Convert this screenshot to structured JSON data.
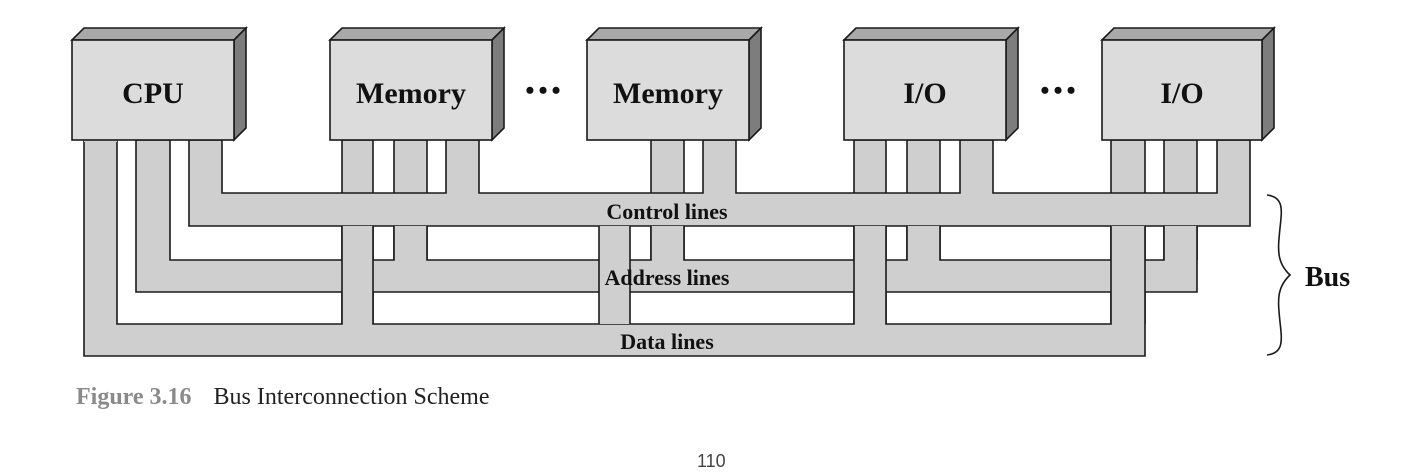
{
  "diagram": {
    "modules": [
      {
        "label": "CPU"
      },
      {
        "label": "Memory"
      },
      {
        "label": "Memory"
      },
      {
        "label": "I/O"
      },
      {
        "label": "I/O"
      }
    ],
    "ellipsis": "•••",
    "bus_lines": {
      "control": "Control lines",
      "address": "Address lines",
      "data": "Data lines"
    },
    "bus_label": "Bus",
    "colors": {
      "module_front": "#dcdcdc",
      "module_top": "#a9a9a9",
      "module_side": "#7d7d7d",
      "line_fill": "#cfcfcf",
      "stroke": "#1a1a1a"
    }
  },
  "caption": {
    "number": "Figure 3.16",
    "title": "Bus Interconnection Scheme"
  },
  "page_number": "110"
}
